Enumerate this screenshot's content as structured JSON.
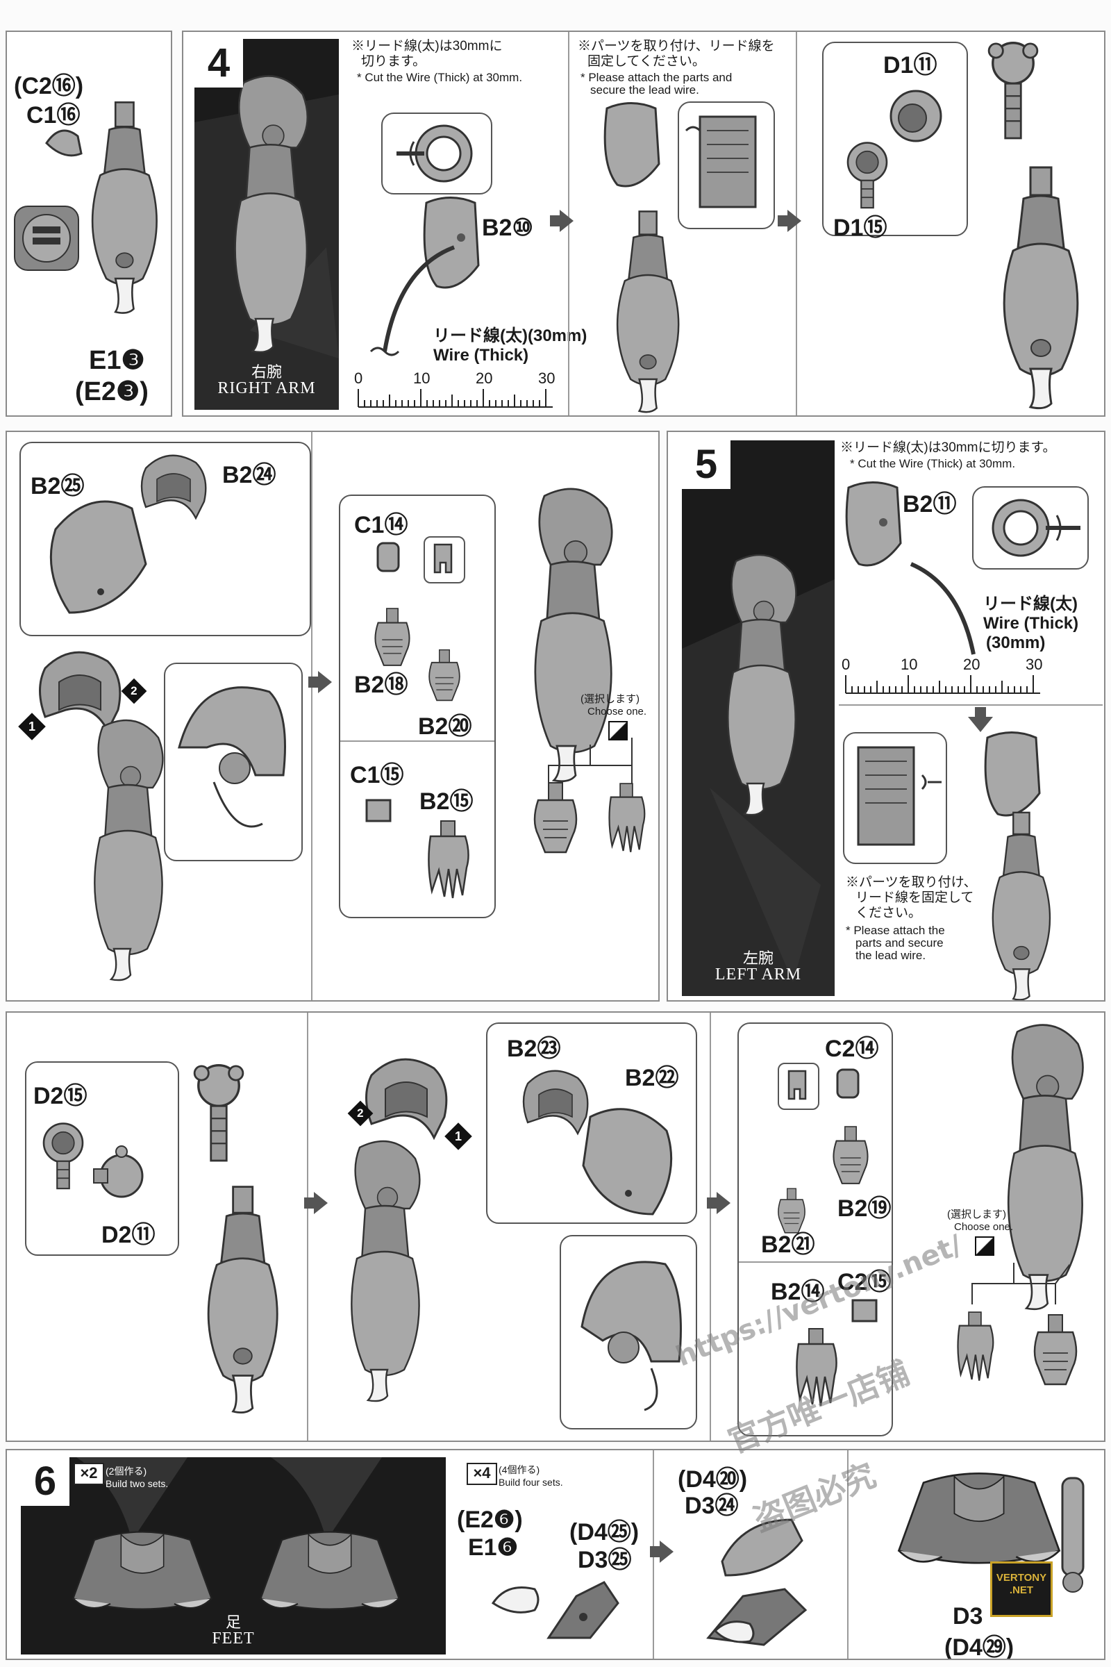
{
  "steps": {
    "s4": {
      "number": "4",
      "jp": "右腕",
      "en": "RIGHT ARM"
    },
    "s5": {
      "number": "5",
      "jp": "左腕",
      "en": "LEFT ARM"
    },
    "s6": {
      "number": "6",
      "jp": "足",
      "en": "FEET"
    }
  },
  "top_left": {
    "c2_16": "(C2⑯)",
    "c1_16": "C1⑯",
    "e1_3": "E1❸",
    "e2_3": "(E2❸)"
  },
  "step4": {
    "note1_jp_1": "※リード線(太)は30mmに",
    "note1_jp_2": "切ります。",
    "note1_en": "* Cut the Wire (Thick) at 30mm.",
    "b2_10": "B2⑩",
    "wire_jp": "リード線(太)(30mm)",
    "wire_en": "Wire (Thick)",
    "ruler": [
      "0",
      "10",
      "20",
      "30"
    ],
    "note2_jp_1": "※パーツを取り付け、リード線を",
    "note2_jp_2": "固定してください。",
    "note2_en_1": "* Please attach the parts and",
    "note2_en_2": "secure the lead wire.",
    "d1_11": "D1⑪",
    "d1_15": "D1⑮"
  },
  "row2": {
    "b2_25": "B2㉕",
    "b2_24": "B2㉔",
    "n1": "1",
    "n2": "2",
    "c1_14": "C1⑭",
    "b2_18": "B2⑱",
    "b2_20": "B2⑳",
    "c1_15": "C1⑮",
    "b2_15": "B2⑮",
    "choose_jp": "(選択します)",
    "choose_en": "Choose one."
  },
  "step5": {
    "note1_jp": "※リード線(太)は30mmに切ります。",
    "note1_en": "* Cut the Wire (Thick) at 30mm.",
    "b2_11": "B2⑪",
    "wire_jp": "リード線(太)",
    "wire_en": "Wire (Thick)",
    "wire_len": "(30mm)",
    "ruler": [
      "0",
      "10",
      "20",
      "30"
    ],
    "note2_jp_1": "※パーツを取り付け、",
    "note2_jp_2": "リード線を固定して",
    "note2_jp_3": "ください。",
    "note2_en_1": "* Please attach the",
    "note2_en_2": "parts and secure",
    "note2_en_3": "the lead wire."
  },
  "row3": {
    "d2_15": "D2⑮",
    "d2_11": "D2⑪",
    "n1": "1",
    "n2": "2",
    "b2_23": "B2㉓",
    "b2_22": "B2㉒",
    "c2_14": "C2⑭",
    "b2_19": "B2⑲",
    "b2_21": "B2㉑",
    "b2_14": "B2⑭",
    "c2_15": "C2⑮",
    "choose_jp": "(選択します)",
    "choose_en": "Choose one."
  },
  "step6": {
    "x2": "×2",
    "x2_jp": "(2個作る)",
    "x2_en": "Build two sets.",
    "x4": "×4",
    "x4_jp": "(4個作る)",
    "x4_en": "Build four sets.",
    "e2_6": "(E2❻)",
    "e1_6": "E1❻",
    "d4_25": "(D4㉕)",
    "d3_25": "D3㉕",
    "d4_20": "(D4⑳)",
    "d3_24": "D3㉔",
    "d3_x": "D3",
    "d4_29": "(D4㉙)"
  },
  "watermark": {
    "url": "https://vertony.net/",
    "cn1": "官方唯一店铺",
    "cn2": "盗图必究"
  },
  "logo": {
    "line1": "VERTONY",
    "line2": ".NET"
  },
  "colors": {
    "part_fill": "#a8a8a8",
    "part_dark": "#6e6e6e",
    "step_bg": "#1b1b1b",
    "panel_border": "#8a8a8a"
  }
}
